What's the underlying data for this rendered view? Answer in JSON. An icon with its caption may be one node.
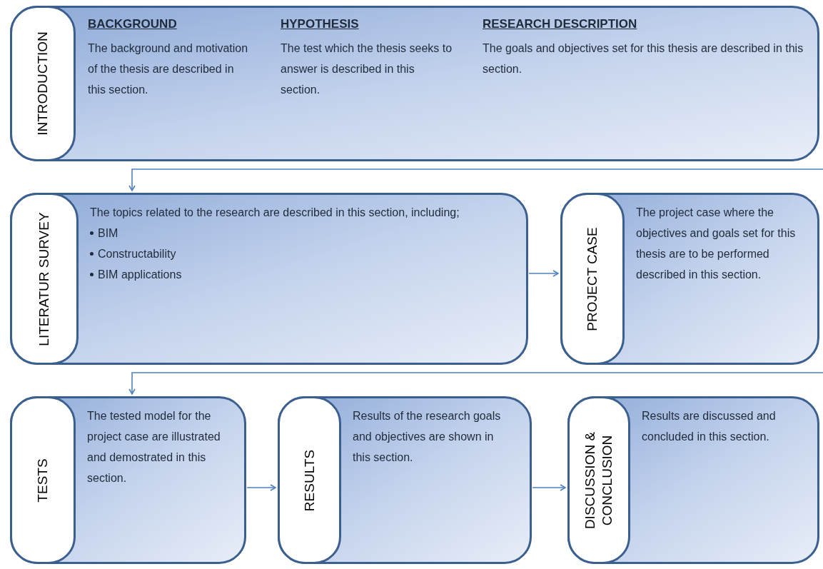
{
  "diagram": {
    "nodes": [
      {
        "text": [
          "INTRODUCTION",
          "BACKGROUND",
          "The background and motivation of the thesis are described in this section.",
          "HYPOTHESIS",
          "The test which the thesis seeks to answer is described in this section.",
          "RESEARCH DESCRIPTION",
          "The goals and objectives set for this thesis are described in this section."
        ]
      },
      {
        "text": [
          "LITERATUR SURVEY",
          "The topics related to the research are described in this section, including;",
          "BIM",
          "Constructability",
          "BIM applications"
        ]
      },
      {
        "text": [
          "PROJECT CASE",
          "The project case where the objectives and goals set for this thesis are to be performed described in this section."
        ]
      },
      {
        "text": [
          "TESTS",
          "The tested model for the project case are illustrated and demostrated in this section."
        ]
      },
      {
        "text": [
          "RESULTS",
          "Results of the research goals and objectives are shown in this section."
        ]
      },
      {
        "text": [
          "DISCUSSION & CONCLUSION",
          "Results are discussed and concluded in this section."
        ]
      }
    ],
    "edges": [
      {
        "from": 0,
        "to": 1,
        "arrow": "to"
      },
      {
        "from": 1,
        "to": 2,
        "arrow": "to"
      },
      {
        "from": 2,
        "to": 3,
        "arrow": "to"
      },
      {
        "from": 3,
        "to": 4,
        "arrow": "to"
      },
      {
        "from": 4,
        "to": 5,
        "arrow": "to"
      }
    ]
  }
}
